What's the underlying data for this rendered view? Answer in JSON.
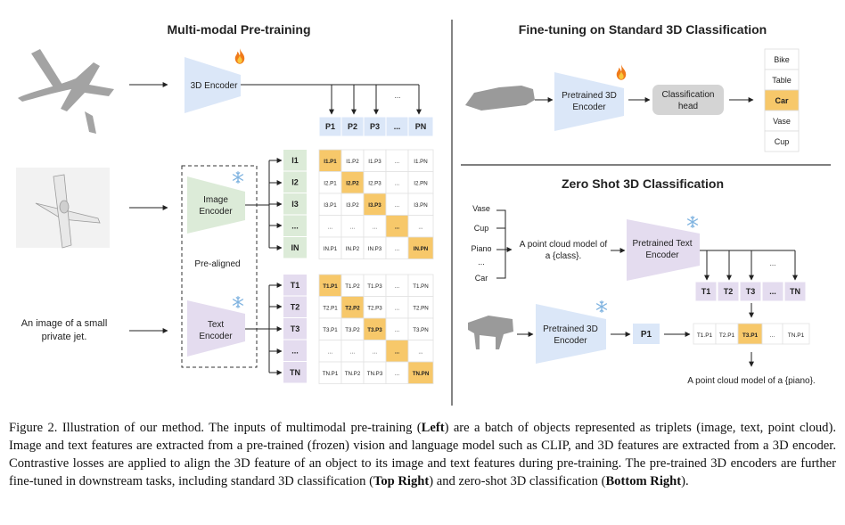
{
  "left": {
    "title": "Multi-modal Pre-training",
    "encoder_3d": "3D Encoder",
    "p_tokens": [
      "P1",
      "P2",
      "P3",
      "...",
      "PN"
    ],
    "image_encoder": [
      "Image",
      "Encoder"
    ],
    "text_encoder": [
      "Text",
      "Encoder"
    ],
    "prealigned": "Pre-aligned",
    "text_input": [
      "An image of a small",
      "private jet."
    ],
    "i_labels": [
      "I1",
      "I2",
      "I3",
      "...",
      "IN"
    ],
    "t_labels": [
      "T1",
      "T2",
      "T3",
      "...",
      "TN"
    ],
    "i_matrix": [
      [
        "I1.P1",
        "I1.P2",
        "I1.P3",
        "...",
        "I1.PN"
      ],
      [
        "I2.P1",
        "I2.P2",
        "I2.P3",
        "...",
        "I2.PN"
      ],
      [
        "I3.P1",
        "I3.P2",
        "I3.P3",
        "...",
        "I3.PN"
      ],
      [
        "...",
        "...",
        "...",
        "...",
        "..."
      ],
      [
        "IN.P1",
        "IN.P2",
        "IN.P3",
        "...",
        "IN.PN"
      ]
    ],
    "t_matrix": [
      [
        "T1.P1",
        "T1.P2",
        "T1.P3",
        "...",
        "T1.PN"
      ],
      [
        "T2.P1",
        "T2.P2",
        "T2.P3",
        "...",
        "T2.PN"
      ],
      [
        "T3.P1",
        "T3.P2",
        "T3.P3",
        "...",
        "T3.PN"
      ],
      [
        "...",
        "...",
        "...",
        "...",
        "..."
      ],
      [
        "TN.P1",
        "TN.P2",
        "TN.P3",
        "...",
        "TN.PN"
      ]
    ]
  },
  "top_right": {
    "title": "Fine-tuning on Standard 3D Classification",
    "encoder": [
      "Pretrained 3D",
      "Encoder"
    ],
    "head": [
      "Classification",
      "head"
    ],
    "classes": [
      "Bike",
      "Table",
      "Car",
      "Vase",
      "Cup"
    ],
    "selected_index": 2
  },
  "bottom_right": {
    "title": "Zero Shot 3D Classification",
    "classes": [
      "Vase",
      "Cup",
      "Piano",
      "...",
      "Car"
    ],
    "template": [
      "A point cloud model of",
      "a {class}."
    ],
    "text_encoder": [
      "Pretrained Text",
      "Encoder"
    ],
    "t_tokens": [
      "T1",
      "T2",
      "T3",
      "...",
      "TN"
    ],
    "encoder_3d": [
      "Pretrained 3D",
      "Encoder"
    ],
    "p_token": "P1",
    "scores": [
      "T1.P1",
      "T2.P1",
      "T3.P1",
      "...",
      "TN.P1"
    ],
    "selected_index": 2,
    "result": "A point cloud model of a {piano}."
  },
  "caption": {
    "label": "Figure 2.",
    "text_1": " Illustration of our method. The inputs of multimodal pre-training (",
    "bold_left": "Left",
    "text_2": ") are a batch of objects represented as triplets (image, text, point cloud). Image and text features are extracted from a pre-trained (frozen) vision and language model such as CLIP, and 3D features are extracted from a 3D encoder. Contrastive losses are applied to align the 3D feature of an object to its image and text features during pre-training. The pre-trained 3D encoders are further fine-tuned in downstream tasks, including standard 3D classification (",
    "bold_top_right": "Top Right",
    "text_3": ") and zero-shot 3D classification (",
    "bold_bottom_right": "Bottom Right",
    "text_4": ")."
  },
  "colors": {
    "encoder_3d": "#dbe7f8",
    "image_encoder": "#dcebd8",
    "text_encoder": "#e4dcef",
    "p_token": "#dbe7f8",
    "i_label": "#dcebd8",
    "t_label": "#e4dcef",
    "highlight": "#f7c86a",
    "head": "#d4d4d4"
  },
  "icons": [
    "fire-icon",
    "snowflake-icon",
    "airplane-pointcloud-icon",
    "airplane-image-icon",
    "car-pointcloud-icon",
    "piano-pointcloud-icon"
  ]
}
